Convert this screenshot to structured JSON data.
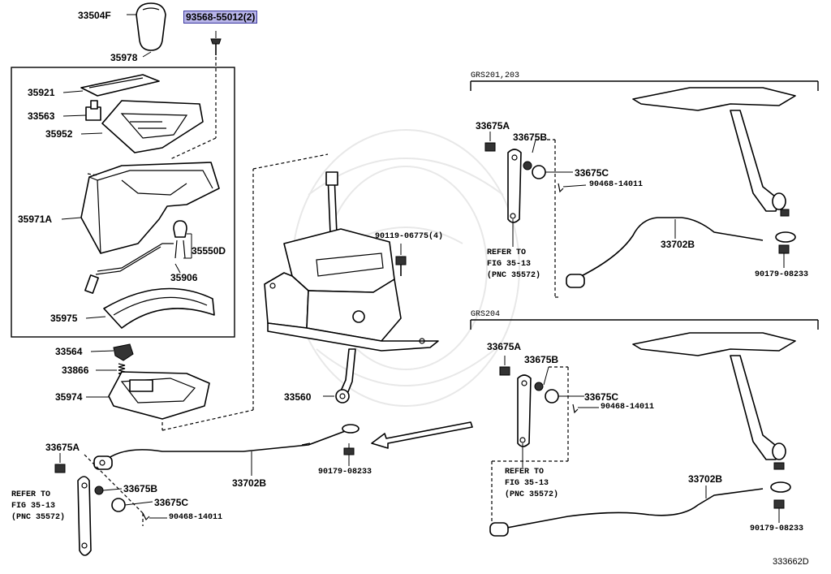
{
  "labels": {
    "p33504f": "33504F",
    "p93568": "93568-55012(2)",
    "p35978": "35978",
    "p35921": "35921",
    "p33563": "33563",
    "p35952": "35952",
    "p35971a": "35971A",
    "p35550d": "35550D",
    "p35906": "35906",
    "p35975": "35975",
    "p33564": "33564",
    "p33866": "33866",
    "p35974": "35974",
    "p90119": "90119-06775(4)",
    "p33560": "33560",
    "p33675a_bl": "33675A",
    "p33702b_c": "33702B",
    "p90179_c": "90179-08233",
    "p33675b_bl": "33675B",
    "p33675c_bl": "33675C",
    "p90468_bl": "90468-14011",
    "refer_bl": [
      "REFER TO",
      "FIG 35-13",
      "(PNC 35572)"
    ],
    "grs201": "GRS201,203",
    "p33675a_t": "33675A",
    "p33675b_t": "33675B",
    "p33675c_t": "33675C",
    "p90468_t": "90468-14011",
    "refer_t": [
      "REFER TO",
      "FIG 35-13",
      "(PNC 35572)"
    ],
    "p33702b_t": "33702B",
    "p90179_t": "90179-08233",
    "grs204": "GRS204",
    "p33675a_b": "33675A",
    "p33675b_b": "33675B",
    "p33675c_b": "33675C",
    "p90468_b": "90468-14011",
    "refer_b": [
      "REFER TO",
      "FIG 35-13",
      "(PNC 35572)"
    ],
    "p33702b_b": "33702B",
    "p90179_b": "90179-08233",
    "diagram_id": "333662D"
  },
  "highlight_color": "#b7b4e8"
}
